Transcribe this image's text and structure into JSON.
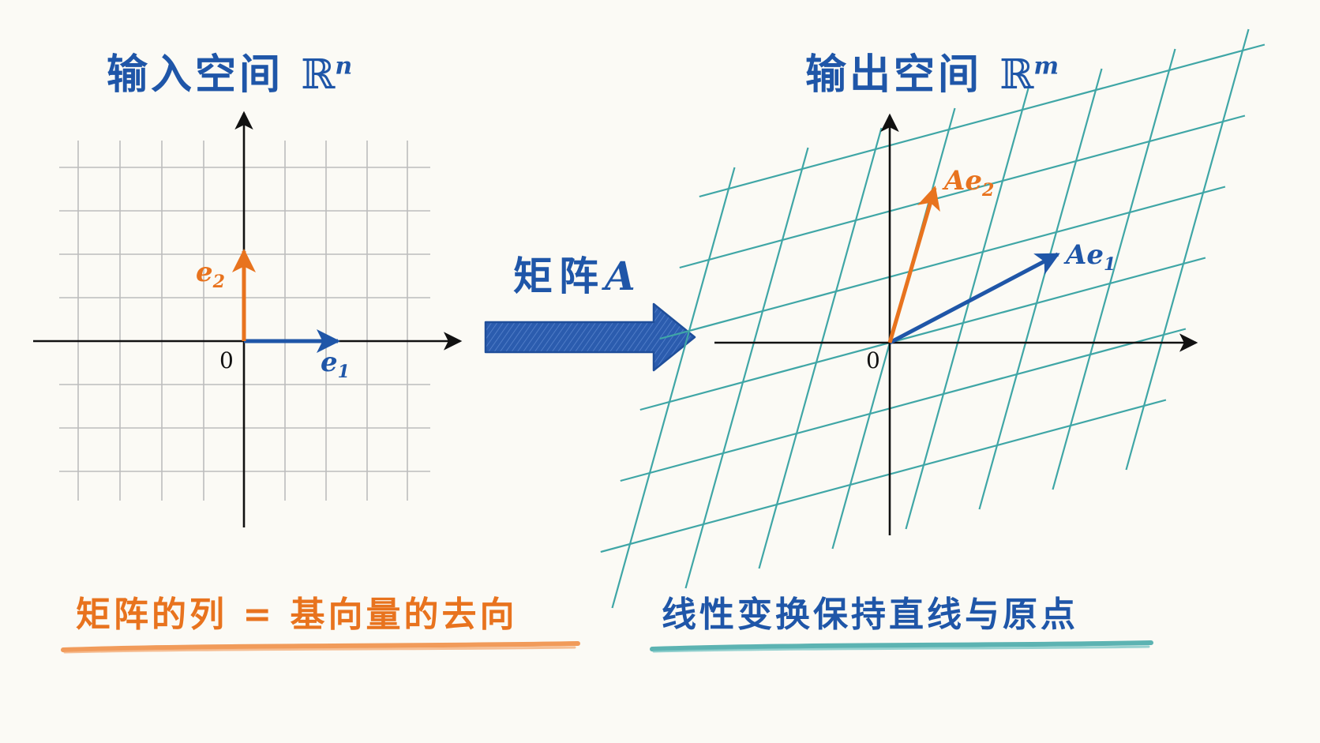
{
  "left_panel": {
    "title": "输入空间",
    "space_symbol": "ℝ",
    "space_exponent": "n",
    "origin_label": "0",
    "vector_e1": {
      "base": "e",
      "sub": "1"
    },
    "vector_e2": {
      "base": "e",
      "sub": "2"
    }
  },
  "right_panel": {
    "title": "输出空间",
    "space_symbol": "ℝ",
    "space_exponent": "m",
    "origin_label": "0",
    "vector_Ae1": {
      "base": "Ae",
      "sub": "1"
    },
    "vector_Ae2": {
      "base": "Ae",
      "sub": "2"
    }
  },
  "transform": {
    "label": "矩阵",
    "matrix_symbol": "A"
  },
  "captions": {
    "left": "矩阵的列 = 基向量的去向",
    "right": "线性变换保持直线与原点"
  },
  "colors": {
    "blue": "#1f56a8",
    "orange": "#e8731e",
    "teal": "#3fa6a6",
    "grid_gray": "#bdbdbd",
    "axis": "#111111"
  },
  "icons": [
    "right-arrow-icon"
  ]
}
